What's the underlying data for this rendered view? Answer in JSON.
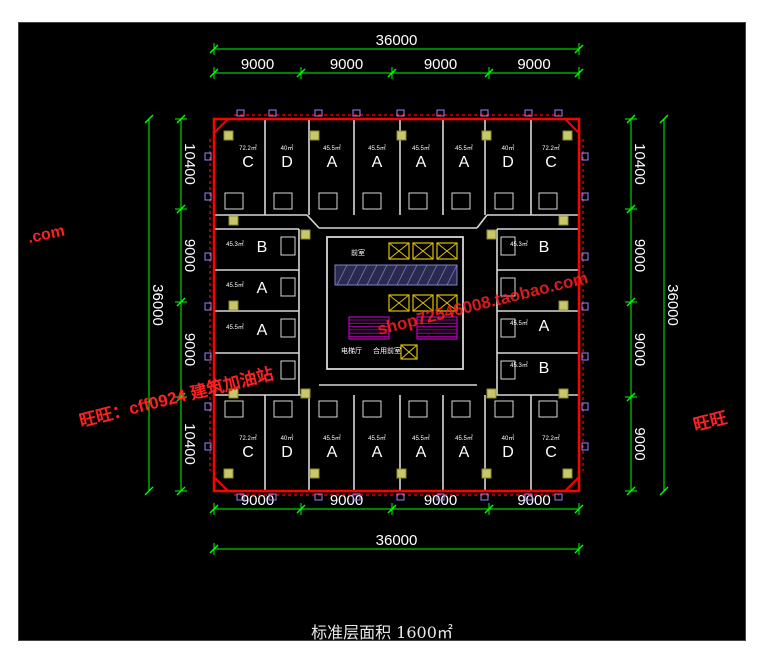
{
  "colors": {
    "background": "#000000",
    "dimension": "#00ff00",
    "text": "#ffffff",
    "outline": "#ff0000",
    "column": "#c8c86a",
    "wall": "#d8d8d8",
    "watermark": "#ff2020",
    "stair": "#c000c0",
    "elevator": "#e0c000",
    "window": "#a080ff"
  },
  "dimensions": {
    "top_total": "36000",
    "top_bays": [
      "9000",
      "9000",
      "9000",
      "9000"
    ],
    "bottom_total": "36000",
    "bottom_bays": [
      "9000",
      "9000",
      "9000",
      "9000"
    ],
    "left_total": "36000",
    "left_bays": [
      "10400",
      "9000",
      "9000",
      "10400"
    ],
    "right_total": "36000",
    "right_bays": [
      "10400",
      "9000",
      "9000",
      "9000"
    ]
  },
  "units": {
    "top_row": [
      "C",
      "D",
      "A",
      "A",
      "A",
      "A",
      "D",
      "C"
    ],
    "bottom_row": [
      "C",
      "D",
      "A",
      "A",
      "A",
      "A",
      "D",
      "C"
    ],
    "left_column": [
      "B",
      "A",
      "A"
    ],
    "right_column": [
      "B",
      "A",
      "B"
    ],
    "top_row_areas": [
      "72.2㎡",
      "40㎡",
      "45.5㎡",
      "45.5㎡",
      "45.5㎡",
      "45.5㎡",
      "40㎡",
      "72.2㎡"
    ],
    "bottom_row_areas": [
      "72.2㎡",
      "40㎡",
      "45.5㎡",
      "45.5㎡",
      "45.5㎡",
      "45.5㎡",
      "40㎡",
      "72.2㎡"
    ],
    "left_column_areas": [
      "45.3㎡",
      "45.5㎡",
      "45.5㎡"
    ],
    "right_column_areas": [
      "45.3㎡",
      "45.5㎡",
      "45.3㎡"
    ]
  },
  "core": {
    "labels": [
      "前室",
      "合用前室",
      "电梯厅"
    ]
  },
  "watermarks": {
    "left_url": ".com",
    "wangwang_left": "旺旺：cff0924 建筑加油站",
    "shop_url": "shop72546008.taobao.com",
    "wangwang_right": "旺旺"
  },
  "caption": "标准层面积 1600㎡"
}
